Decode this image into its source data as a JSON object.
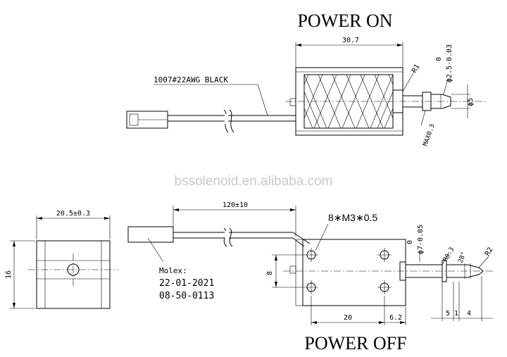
{
  "titles": {
    "top": "POWER ON",
    "bottom": "POWER OFF"
  },
  "watermark": "bssolenoid.en.alibaba.com",
  "top_view": {
    "wire_label": "1007#22AWG BLACK",
    "dim_length": "30.7",
    "dim_r1": "R1",
    "dim_shaft_tol_upper": "0",
    "dim_shaft": "ϕ2.5-0.03",
    "dim_tip": "ϕ5",
    "dim_max": "MAX0.3"
  },
  "side_view": {
    "dim_width": "20.5±0.3",
    "dim_height": "16"
  },
  "bottom_view": {
    "dim_wire_length": "120±10",
    "dim_screws": "8∗M3∗0.5",
    "dim_mount_height": "8",
    "dim_hole_spacing": "20",
    "dim_edge": "6.2",
    "dim_body_tol_upper": "0",
    "dim_body": "ϕ7-0.05",
    "dim_r03": "R0.3",
    "dim_angle": "28°",
    "dim_r2": "R2",
    "dim_5": "5",
    "dim_1": "1",
    "dim_4": "4",
    "connector_brand": "Molex:",
    "connector_part1": "22-01-2021",
    "connector_part2": "08-50-0113"
  }
}
